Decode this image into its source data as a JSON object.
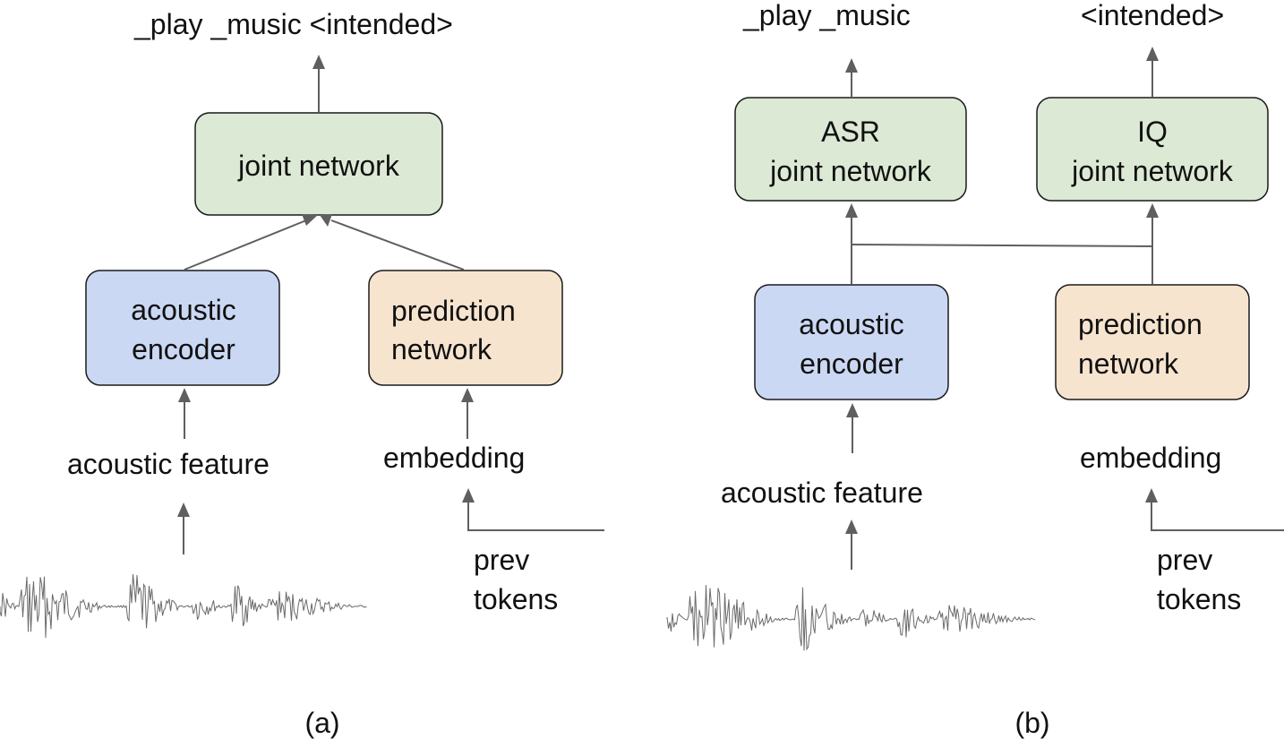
{
  "diagram_a": {
    "output_label": "_play _music  <intended>",
    "joint_network": "joint network",
    "acoustic_encoder": [
      "acoustic",
      "encoder"
    ],
    "prediction_network": [
      "prediction",
      "network"
    ],
    "acoustic_feature": "acoustic feature",
    "embedding": "embedding",
    "prev_tokens": [
      "prev",
      "tokens"
    ],
    "caption": "(a)"
  },
  "diagram_b": {
    "asr_output": "_play _music",
    "iq_output": "<intended>",
    "asr_joint_network": [
      "ASR",
      "joint network"
    ],
    "iq_joint_network": [
      "IQ",
      "joint network"
    ],
    "acoustic_encoder": [
      "acoustic",
      "encoder"
    ],
    "prediction_network": [
      "prediction",
      "network"
    ],
    "acoustic_feature": "acoustic feature",
    "embedding": "embedding",
    "prev_tokens": [
      "prev",
      "tokens"
    ],
    "caption": "(b)"
  },
  "colors": {
    "joint_network_fill": "#dce9d5",
    "acoustic_encoder_fill": "#cbd8f3",
    "prediction_network_fill": "#f7e4cf",
    "connector": "#5f5f5f",
    "waveform": "#6a6a6a"
  }
}
